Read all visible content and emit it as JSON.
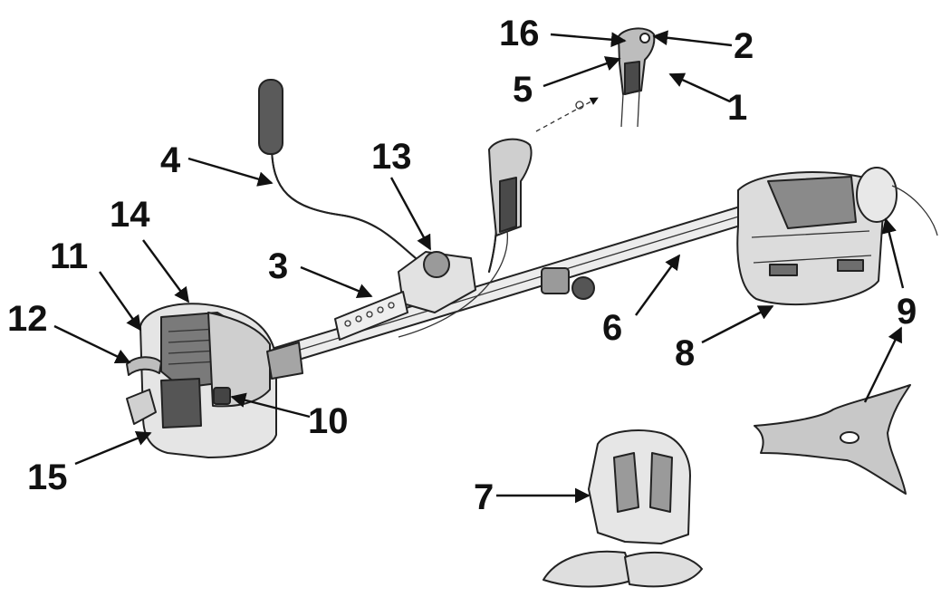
{
  "diagram": {
    "callouts": [
      {
        "id": "1",
        "text": "1"
      },
      {
        "id": "2",
        "text": "2"
      },
      {
        "id": "3",
        "text": "3"
      },
      {
        "id": "4",
        "text": "4"
      },
      {
        "id": "5",
        "text": "5"
      },
      {
        "id": "6",
        "text": "6"
      },
      {
        "id": "7",
        "text": "7"
      },
      {
        "id": "8",
        "text": "8"
      },
      {
        "id": "9",
        "text": "9"
      },
      {
        "id": "10",
        "text": "10"
      },
      {
        "id": "11",
        "text": "11"
      },
      {
        "id": "12",
        "text": "12"
      },
      {
        "id": "13",
        "text": "13"
      },
      {
        "id": "14",
        "text": "14"
      },
      {
        "id": "15",
        "text": "15"
      },
      {
        "id": "16",
        "text": "16"
      }
    ],
    "colors": {
      "line": "#111111",
      "part_fill": "#d9d9d9",
      "part_dark": "#6e6e6e",
      "blade_fill": "#c8c8c8"
    }
  }
}
